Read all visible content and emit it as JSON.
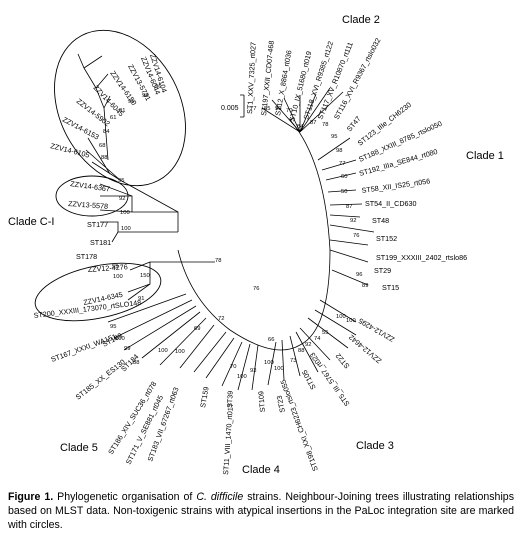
{
  "clades": {
    "clade1": "Clade 1",
    "clade2": "Clade 2",
    "clade3": "Clade 3",
    "clade4": "Clade 4",
    "clade5": "Clade 5",
    "cladeCI": "Clade C-I"
  },
  "scale_bar": "0.005",
  "caption": {
    "label": "Figure 1.",
    "text_before": "Phylogenetic organisation of ",
    "species": "C. difficile",
    "text_after": " strains. Neighbour-Joining trees illustrating relationships based on MLST data. Non-toxigenic strains with atypical insertions in the PaLoc integration site are marked with circles."
  },
  "leaves": {
    "t_zzv14_6104": "ZZV14-6104",
    "t_zzv14_6044": "ZZV14-6044",
    "t_zzv13_5731": "ZZV13-5731",
    "t_zzv14_6150": "ZZV14-6150",
    "t_zzv14_6045": "ZZV14-6045",
    "t_zzv14_5902": "ZZV14-5902",
    "t_zzv14_6153": "ZZV14-6153",
    "t_zzv14_6105": "ZZV14-6105",
    "t_zzv14_6367": "ZZV14-6367",
    "t_zzv13_5578": "ZZV13-5578",
    "t_st177": "ST177",
    "t_st181": "ST181",
    "t_st178": "ST178",
    "t_zzv12_4276": "ZZV12-4276",
    "t_st200": "ST200_XXXIII_173070_rtSLO148",
    "t_zzv14_6345": "ZZV14-6345",
    "t_st167": "ST167_XXXI_WA151",
    "t_st169": "ST169",
    "t_st185": "ST185_XX_ES130",
    "t_st184": "ST184",
    "t_st186": "ST186_XIV_SUC36_rt078",
    "t_st171": "ST171_V_SE881_rt045",
    "t_st183": "ST183_VII_67267_rt063",
    "t_st159": "ST159",
    "t_st11": "ST11_VIII_1470_rt017",
    "t_st39": "ST39",
    "t_st109": "ST109",
    "t_st23": "ST23",
    "t_st198": "ST198_XXI_CH6223_rtslo055",
    "t_st105": "ST105",
    "t_st5": "ST5_III_5767_rt023",
    "t_st22": "ST22",
    "t_zzv12_4642": "ZZV12-4642",
    "t_zzv12_4295": "ZZV12-4295",
    "t_st15": "ST15",
    "t_st29": "ST29",
    "t_st199": "ST199_XXXIII_2402_rtslo86",
    "t_st152": "ST152",
    "t_st48": "ST48",
    "t_st54": "ST54_II_CD630",
    "t_st58": "ST58_XII_IS25_rt056",
    "t_st192": "ST192_IIIa_SE844_rt080",
    "t_st188": "ST188_XXIII_8785_rtslo050",
    "t_st123": "ST123_IIIe_CH6230",
    "t_st47": "ST47",
    "t_st116": "ST116_XVI_R9367_rtslo032",
    "t_st117": "ST117_XV_R10870_rt111",
    "t_st118": "ST118_XVI_R9385_rt122",
    "t_st10": "ST10_IX_51680_rt019",
    "t_st12": "ST12_X_8864_rt036",
    "t_st197": "ST197_XXII_CD07-468",
    "t_st1": "ST1_XXV_7325_rt027"
  },
  "bootstrap": {
    "b96a": "96",
    "b98a": "98",
    "b95a": "95",
    "b91a": "91",
    "b61": "61",
    "b84": "84",
    "b68": "68",
    "b88": "88",
    "b95b": "95",
    "b92": "92",
    "b100a": "100",
    "b100b": "100",
    "b55": "55",
    "b100c": "100",
    "b150": "150",
    "b91b": "91",
    "b95c": "95",
    "b100d": "100",
    "b99a": "99",
    "b88b": "88",
    "b100e": "100",
    "b100f": "100",
    "b78": "78",
    "b76": "76",
    "b66": "66",
    "b70": "70",
    "b100g": "100",
    "b93": "93",
    "b100h": "100",
    "b100i": "100",
    "b73": "73",
    "b88c": "88",
    "b92b": "92",
    "b74": "74",
    "b55b": "55",
    "b100j": "100",
    "b100k": "100",
    "b89": "89",
    "b96b": "96",
    "b76b": "76",
    "b92c": "92",
    "b87": "87",
    "b50": "50",
    "b60": "60",
    "b77": "77",
    "b98b": "98",
    "b95d": "95",
    "b78b": "78",
    "b87b": "87",
    "b84b": "84",
    "b70b": "70",
    "b99b": "99",
    "b85": "85",
    "b77b": "77",
    "b72": "72",
    "b69": "69"
  }
}
